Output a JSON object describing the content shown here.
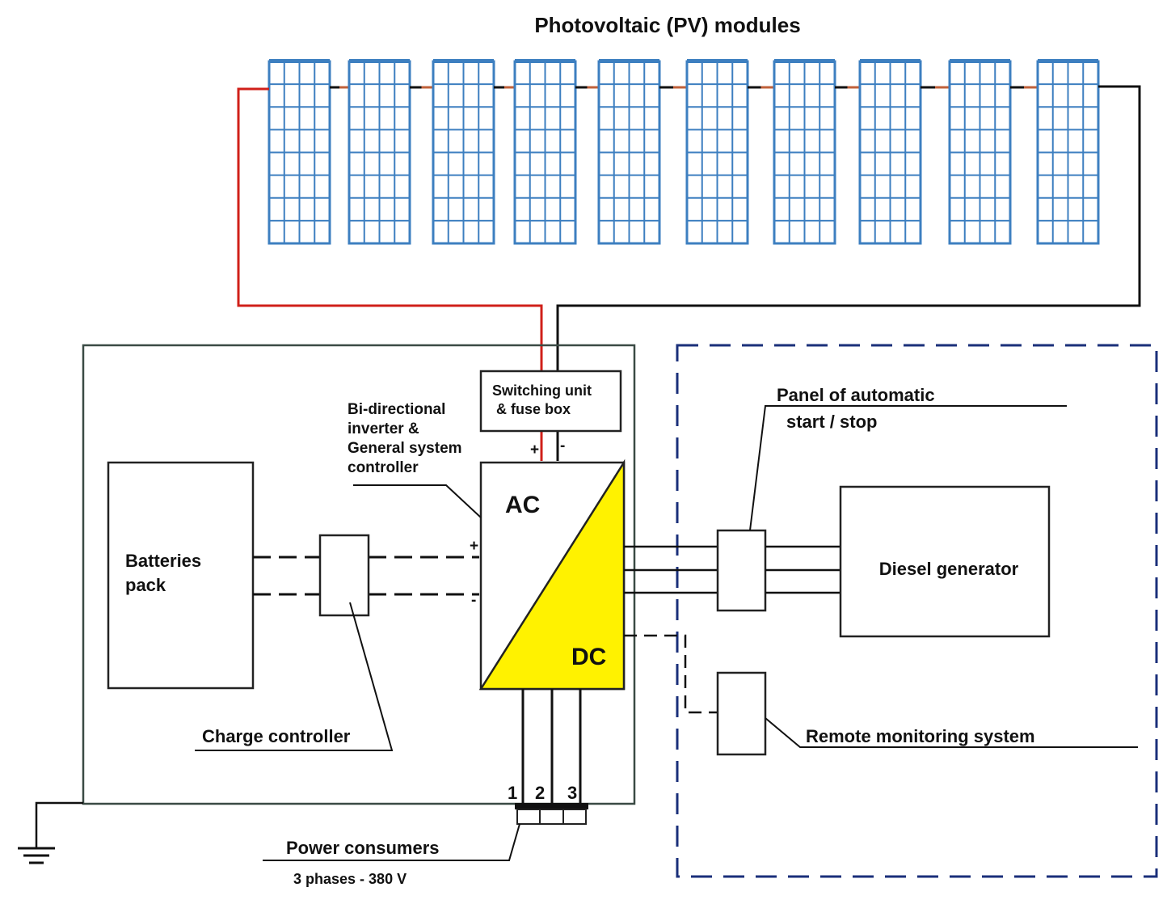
{
  "title": "Photovoltaic (PV) modules",
  "labels": {
    "switching_unit_line1": "Switching unit",
    "switching_unit_line2": "& fuse box",
    "plus": "+",
    "minus": "-",
    "inverter_line1": "Bi-directional",
    "inverter_line2": "inverter &",
    "inverter_line3": "General system",
    "inverter_line4": "controller",
    "ac": "AC",
    "dc": "DC",
    "batteries_line1": "Batteries",
    "batteries_line2": "pack",
    "charge_controller": "Charge controller",
    "phase_1": "1",
    "phase_2": "2",
    "phase_3": "3",
    "power_consumers": "Power consumers",
    "phases_spec": "3 phases - 380 V",
    "panel_line1": "Panel of automatic",
    "panel_line2": "start / stop",
    "diesel_generator": "Diesel generator",
    "remote_monitoring": "Remote monitoring system"
  },
  "colors": {
    "panel_blue": "#3d7fc0",
    "positive_wire": "#d0201a",
    "negative_wire": "#111111",
    "dc_fill": "#fff200",
    "dashed_border": "#1a2f7a",
    "module_link": "#c0603a"
  },
  "pv_module_count": 10
}
